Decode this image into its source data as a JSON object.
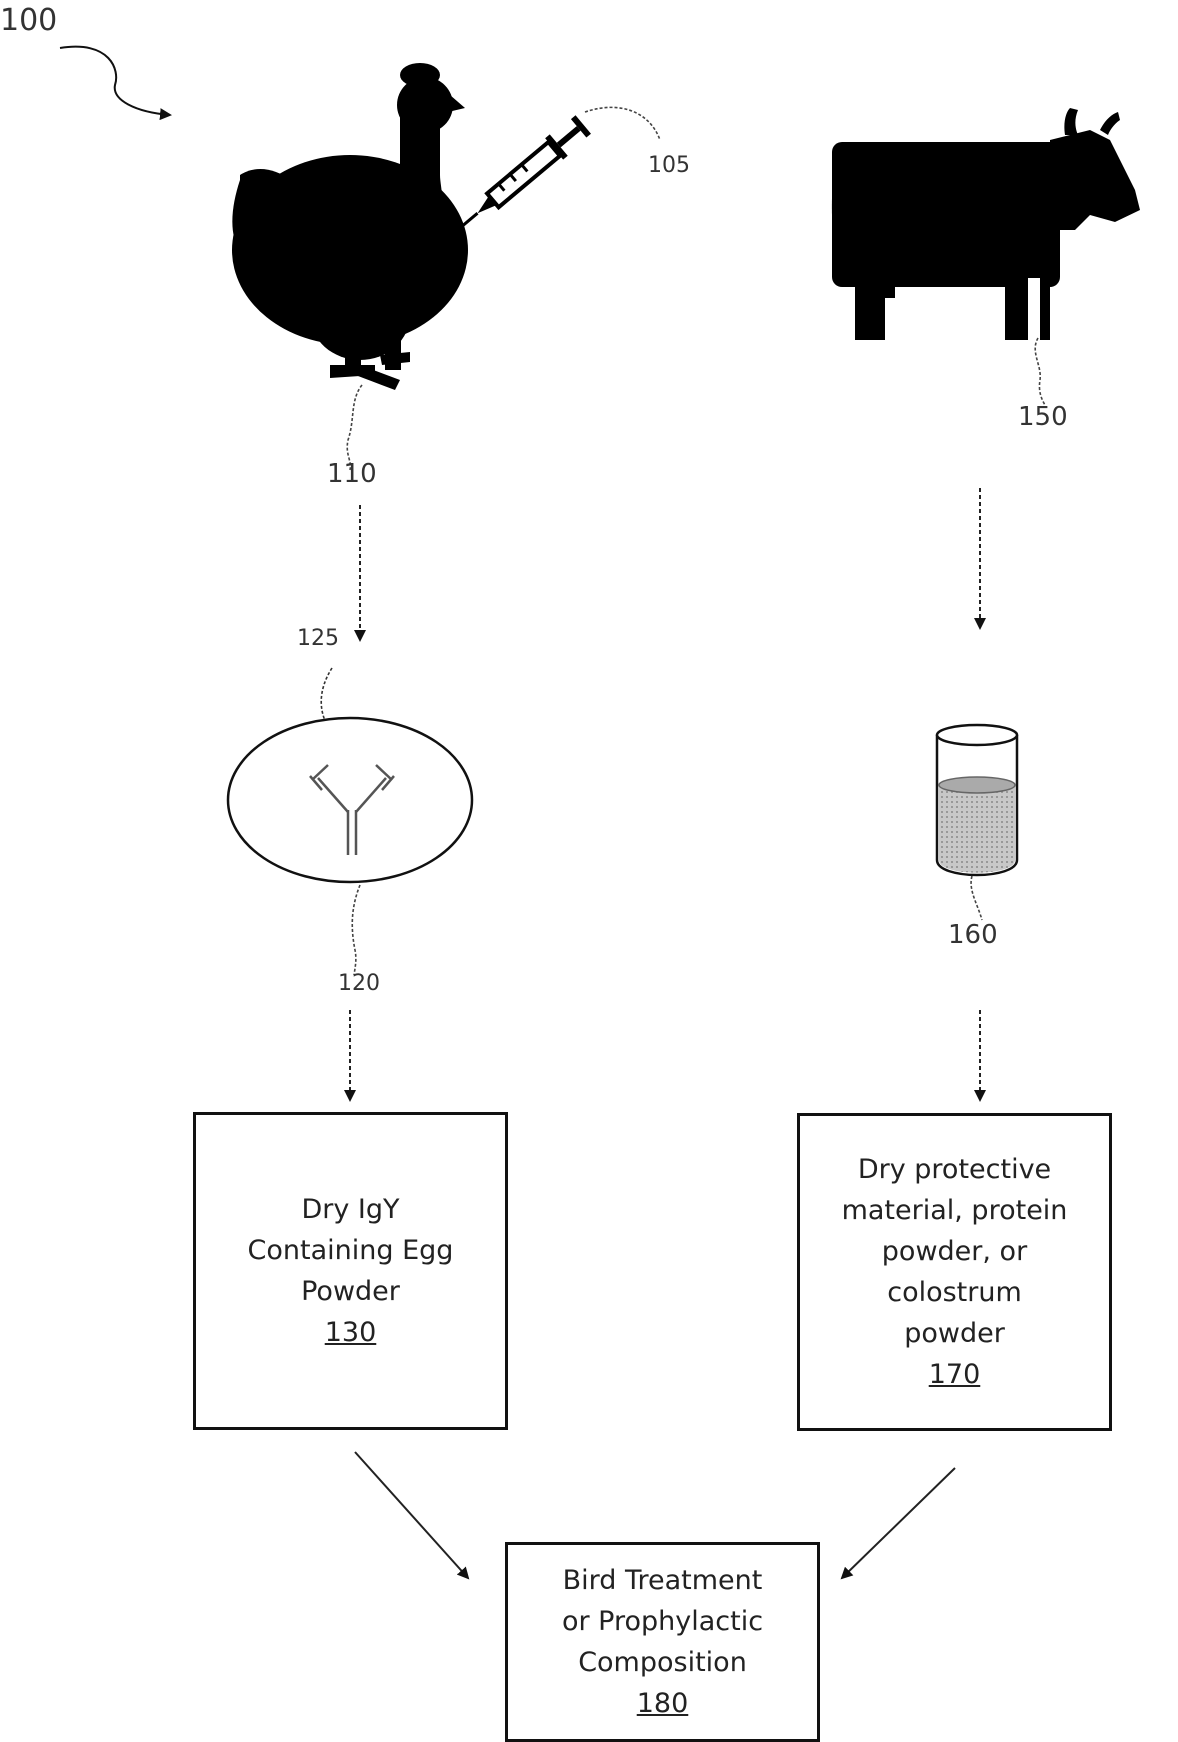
{
  "figure_ref": "100",
  "refs": {
    "syringe": "105",
    "chicken": "110",
    "egg_pointer": "125",
    "egg": "120",
    "cow": "150",
    "cup": "160"
  },
  "boxes": {
    "egg_powder": {
      "lines": [
        "Dry IgY",
        "Containing Egg",
        "Powder"
      ],
      "number": "130"
    },
    "protective": {
      "lines": [
        "Dry protective",
        "material, protein",
        "powder, or",
        "colostrum",
        "powder"
      ],
      "number": "170"
    },
    "composition": {
      "lines": [
        "Bird Treatment",
        "or Prophylactic",
        "Composition"
      ],
      "number": "180"
    }
  },
  "icons": [
    "chicken-icon",
    "syringe-icon",
    "cow-icon",
    "egg-icon",
    "antibody-icon",
    "cup-icon"
  ]
}
